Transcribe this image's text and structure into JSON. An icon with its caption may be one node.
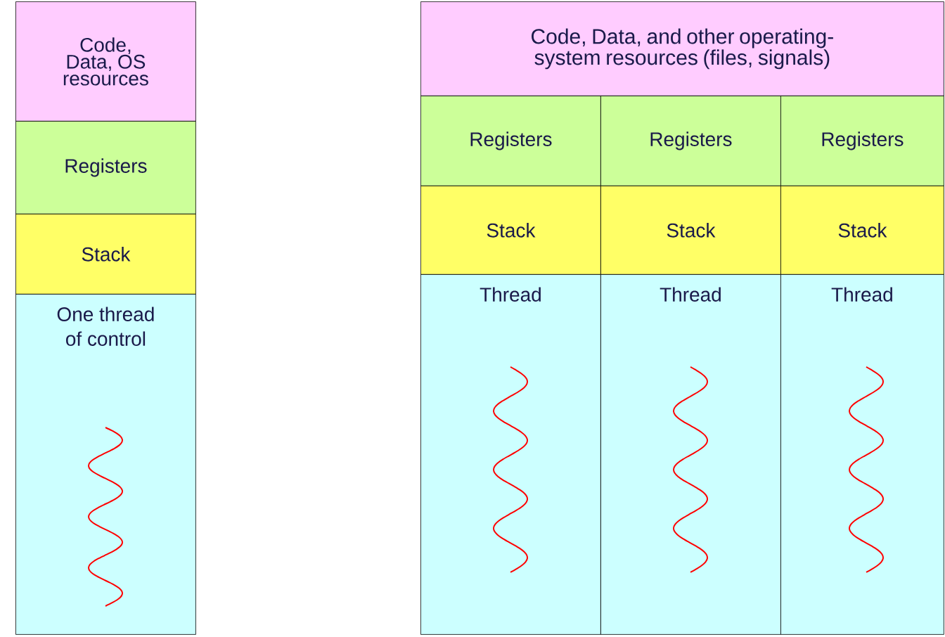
{
  "diagram": {
    "nodes": [
      {
        "text": [
          "Code, Data, OS resources"
        ]
      },
      {
        "text": [
          "Registers"
        ]
      },
      {
        "text": [
          "Stack"
        ]
      },
      {
        "text": [
          "One thread of control"
        ]
      },
      {
        "text": [
          "Code, Data, and other operating-system resources (files, signals)"
        ]
      },
      {
        "text": [
          "Registers"
        ]
      },
      {
        "text": [
          "Registers"
        ]
      },
      {
        "text": [
          "Registers"
        ]
      },
      {
        "text": [
          "Stack"
        ]
      },
      {
        "text": [
          "Stack"
        ]
      },
      {
        "text": [
          "Stack"
        ]
      },
      {
        "text": [
          "Thread"
        ]
      },
      {
        "text": [
          "Thread"
        ]
      },
      {
        "text": [
          "Thread"
        ]
      }
    ]
  }
}
